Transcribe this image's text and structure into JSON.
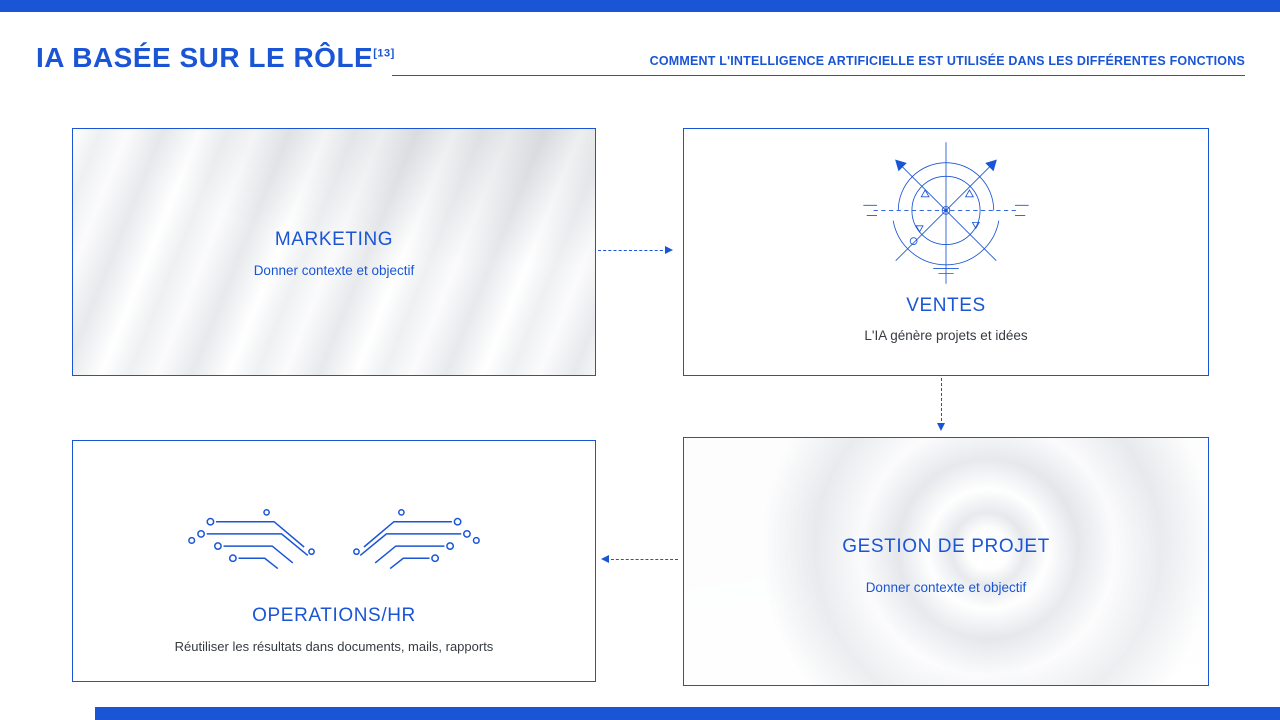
{
  "colors": {
    "accent": "#1a55d6",
    "desc_dark": "#363b42"
  },
  "header": {
    "title": "IA BASÉE SUR LE RÔLE",
    "reference": "[13]",
    "subtitle": "COMMENT L'INTELLIGENCE ARTIFICIELLE EST UTILISÉE DANS LES DIFFÉRENTES FONCTIONS"
  },
  "cards": [
    {
      "label": "MARKETING",
      "description": "Donner contexte et objectif",
      "visual": "abstract-wave-image"
    },
    {
      "label": "VENTES",
      "description": "L'IA génère projets et idées",
      "visual": "compass-drawing-icon"
    },
    {
      "label": "OPERATIONS/HR",
      "description": "Réutiliser les résultats dans documents, mails, rapports",
      "visual": "circuit-lines-icon"
    },
    {
      "label": "GESTION DE PROJET",
      "description": "Donner contexte et objectif",
      "visual": "abstract-swirl-image"
    }
  ],
  "flow": {
    "arrows": [
      "marketing → ventes",
      "ventes → gestion-de-projet",
      "gestion-de-projet → operations-hr"
    ]
  }
}
